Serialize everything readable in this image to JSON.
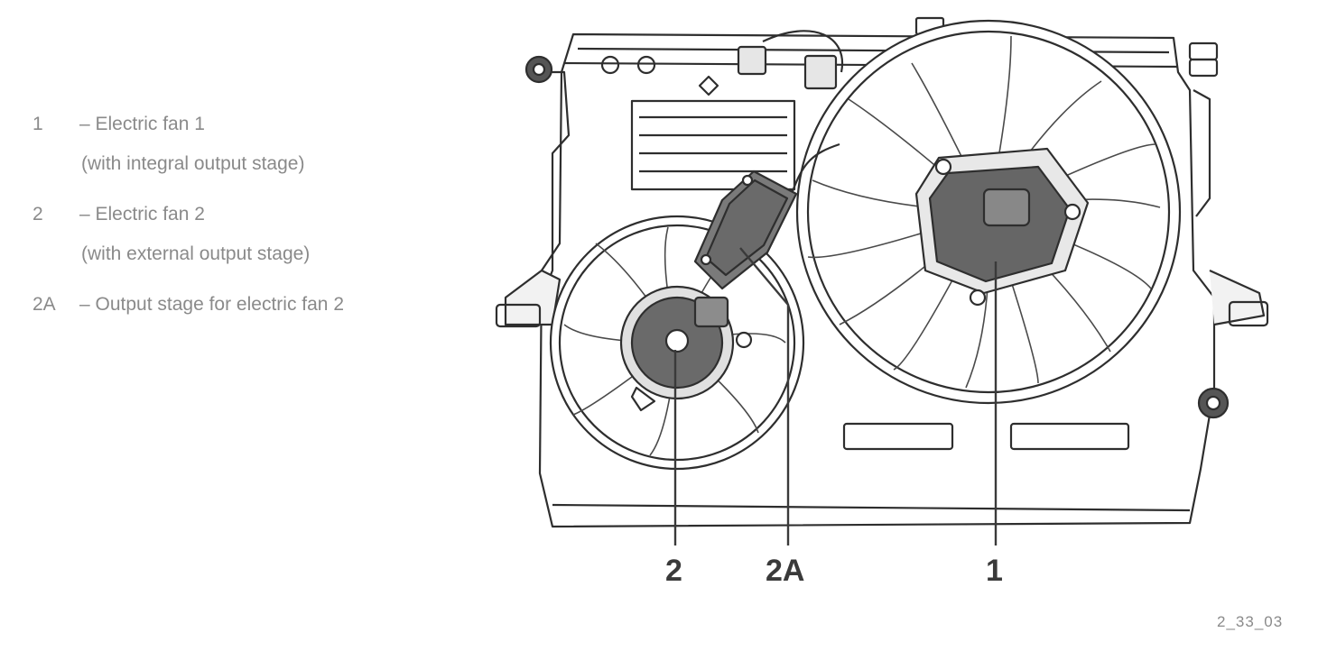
{
  "legend": {
    "items": [
      {
        "num": "1",
        "label": "– Electric fan 1",
        "sub": "(with integral output stage)"
      },
      {
        "num": "2",
        "label": "– Electric fan 2",
        "sub": "(with external output stage)"
      },
      {
        "num": "2A",
        "label": "– Output stage for electric fan 2",
        "sub": ""
      }
    ]
  },
  "callouts": {
    "c2": "2",
    "c2a": "2A",
    "c1": "1"
  },
  "figure_code": "2_33_03"
}
